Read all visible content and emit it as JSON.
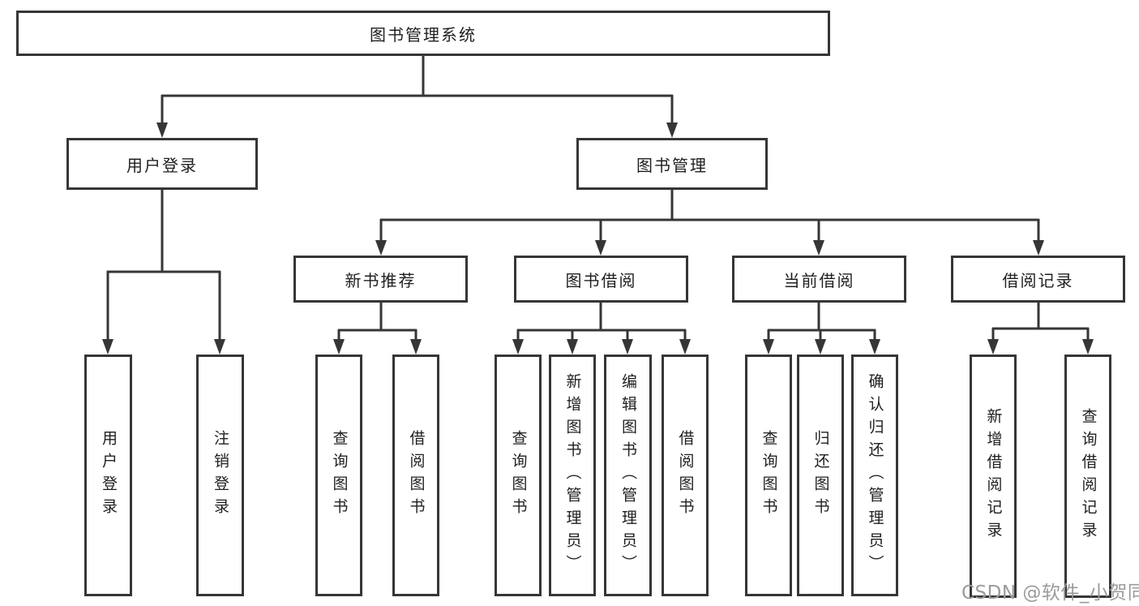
{
  "colors": {
    "line": "#363636",
    "box_background": "#ffffff",
    "text": "#1f1f1f",
    "watermark": "#9b9b9b"
  },
  "tree": {
    "root": {
      "label": "图书管理系统"
    },
    "children": [
      {
        "label": "用户登录",
        "children": [
          {
            "label": "用户登录"
          },
          {
            "label": "注销登录"
          }
        ]
      },
      {
        "label": "图书管理",
        "children": [
          {
            "label": "新书推荐",
            "children": [
              {
                "label": "查询图书"
              },
              {
                "label": "借阅图书"
              }
            ]
          },
          {
            "label": "图书借阅",
            "children": [
              {
                "label": "查询图书"
              },
              {
                "label": "新增图书（管理员）"
              },
              {
                "label": "编辑图书（管理员）"
              },
              {
                "label": "借阅图书"
              }
            ]
          },
          {
            "label": "当前借阅",
            "children": [
              {
                "label": "查询图书"
              },
              {
                "label": "归还图书"
              },
              {
                "label": "确认归还（管理员）"
              }
            ]
          },
          {
            "label": "借阅记录",
            "children": [
              {
                "label": "新增借阅记录"
              },
              {
                "label": "查询借阅记录"
              }
            ]
          }
        ]
      }
    ]
  },
  "watermark": {
    "text": "CSDN @软件_小贺同学"
  }
}
